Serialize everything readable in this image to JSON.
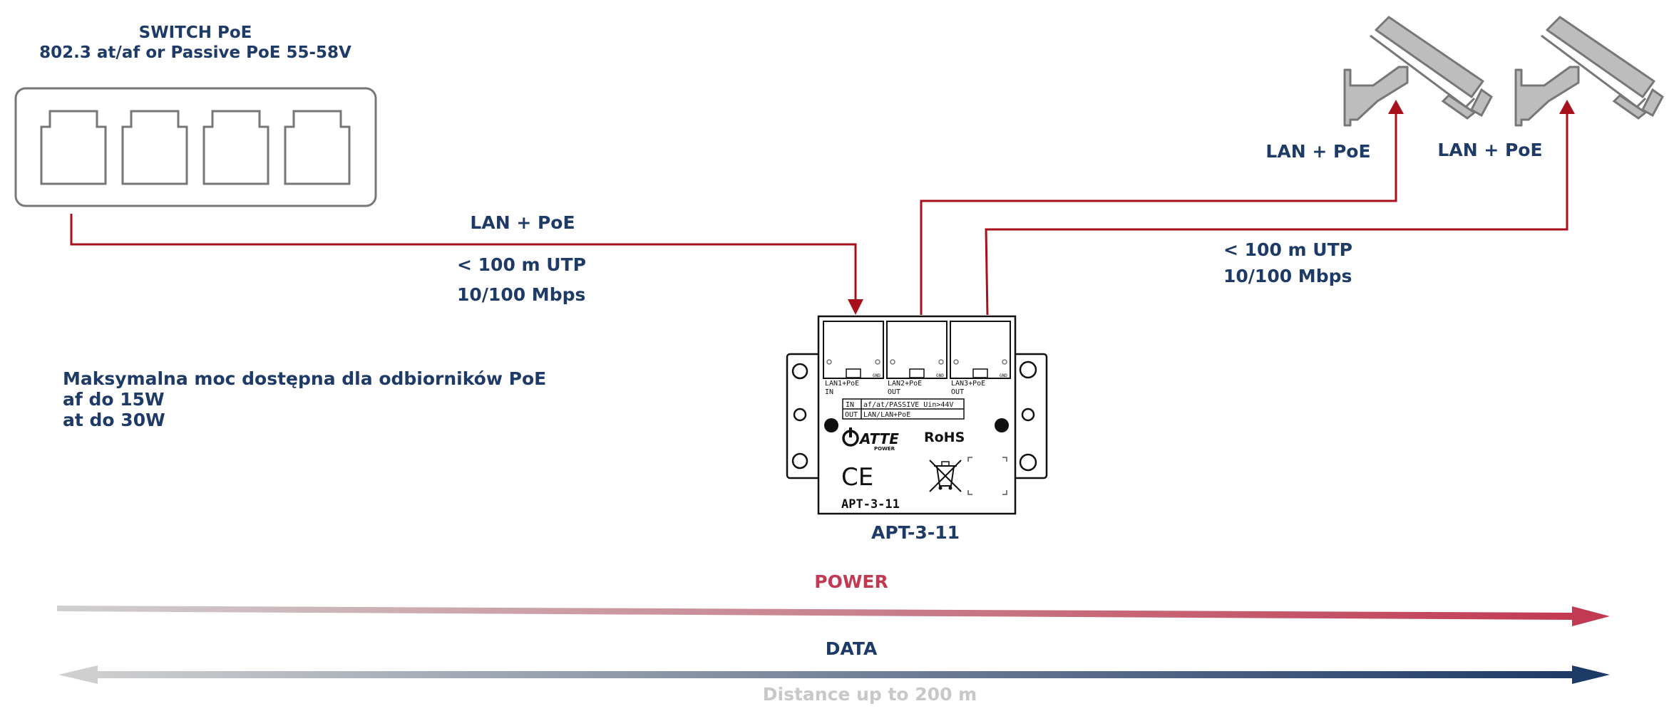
{
  "switch": {
    "title": "SWITCH PoE",
    "subtitle": "802.3 at/af or Passive PoE 55-58V"
  },
  "link_in": {
    "label": "LAN + PoE",
    "cable": "< 100 m UTP",
    "speed": "10/100 Mbps"
  },
  "link_out": {
    "cable": "< 100 m UTP",
    "speed": "10/100 Mbps"
  },
  "cameras": [
    {
      "label": "LAN + PoE"
    },
    {
      "label": "LAN + PoE"
    }
  ],
  "power_note": {
    "line1": "Maksymalna moc dostępna dla odbiorników PoE",
    "line2": "af do 15W",
    "line3": "at do 30W"
  },
  "device": {
    "name": "APT-3-11",
    "model_print": "APT-3-11",
    "ports": [
      {
        "line1": "LAN1+PoE",
        "line2": "IN"
      },
      {
        "line1": "LAN2+PoE",
        "line2": "OUT"
      },
      {
        "line1": "LAN3+PoE",
        "line2": "OUT"
      }
    ],
    "port_tag": "GND",
    "table": [
      {
        "k": "IN",
        "v": "af/at/PASSIVE Uin>44V"
      },
      {
        "k": "OUT",
        "v": "LAN/LAN+PoE"
      }
    ],
    "brand": "ATTE",
    "brand_sub": "POWER",
    "rohs": "RoHS",
    "ce": "CE"
  },
  "bars": {
    "power_label": "POWER",
    "data_label": "DATA",
    "distance_label": "Distance up to 200 m"
  },
  "colors": {
    "cable": "#a8101c",
    "text": "#1e3a66",
    "power": "#c23a52",
    "data": "#1e3a66",
    "muted": "#c8c8c8",
    "outline": "#777777"
  }
}
